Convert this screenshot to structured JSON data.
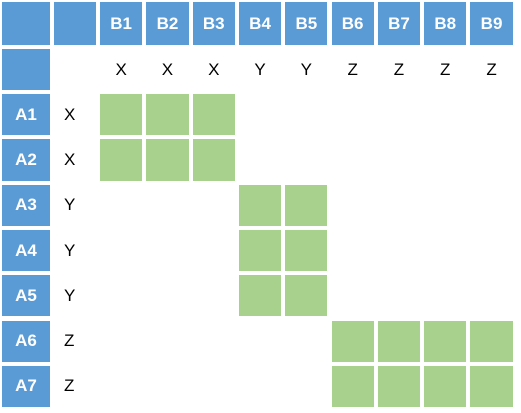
{
  "columns": [
    {
      "label": "B1",
      "group": "X"
    },
    {
      "label": "B2",
      "group": "X"
    },
    {
      "label": "B3",
      "group": "X"
    },
    {
      "label": "B4",
      "group": "Y"
    },
    {
      "label": "B5",
      "group": "Y"
    },
    {
      "label": "B6",
      "group": "Z"
    },
    {
      "label": "B7",
      "group": "Z"
    },
    {
      "label": "B8",
      "group": "Z"
    },
    {
      "label": "B9",
      "group": "Z"
    }
  ],
  "rows": [
    {
      "label": "A1",
      "group": "X"
    },
    {
      "label": "A2",
      "group": "X"
    },
    {
      "label": "A3",
      "group": "Y"
    },
    {
      "label": "A4",
      "group": "Y"
    },
    {
      "label": "A5",
      "group": "Y"
    },
    {
      "label": "A6",
      "group": "Z"
    },
    {
      "label": "A7",
      "group": "Z"
    }
  ],
  "colors": {
    "header_blue": "#5b9bd5",
    "match_green": "#a9d18e",
    "header_text": "#ffffff",
    "body_text": "#000000"
  }
}
